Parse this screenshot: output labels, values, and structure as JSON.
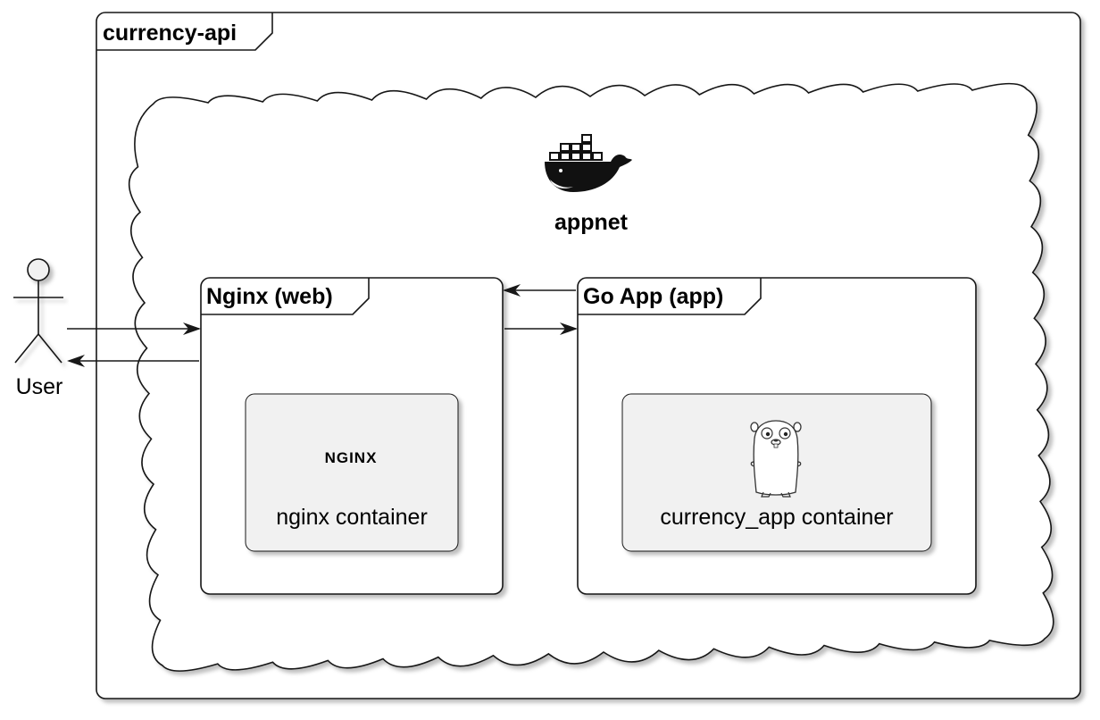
{
  "diagram": {
    "outer_frame": {
      "title": "currency-api"
    },
    "network": {
      "label": "appnet",
      "icon": "docker-whale-icon"
    },
    "actor": {
      "label": "User"
    },
    "web_frame": {
      "title": "Nginx (web)",
      "container": {
        "logo_text": "NGINX",
        "label": "nginx container"
      }
    },
    "app_frame": {
      "title": "Go App (app)",
      "container": {
        "icon": "go-gopher-icon",
        "label": "currency_app container"
      }
    },
    "edges": [
      {
        "from": "User",
        "to": "Nginx (web)"
      },
      {
        "from": "Nginx (web)",
        "to": "User"
      },
      {
        "from": "Nginx (web)",
        "to": "Go App (app)"
      },
      {
        "from": "Go App (app)",
        "to": "Nginx (web)"
      }
    ]
  }
}
